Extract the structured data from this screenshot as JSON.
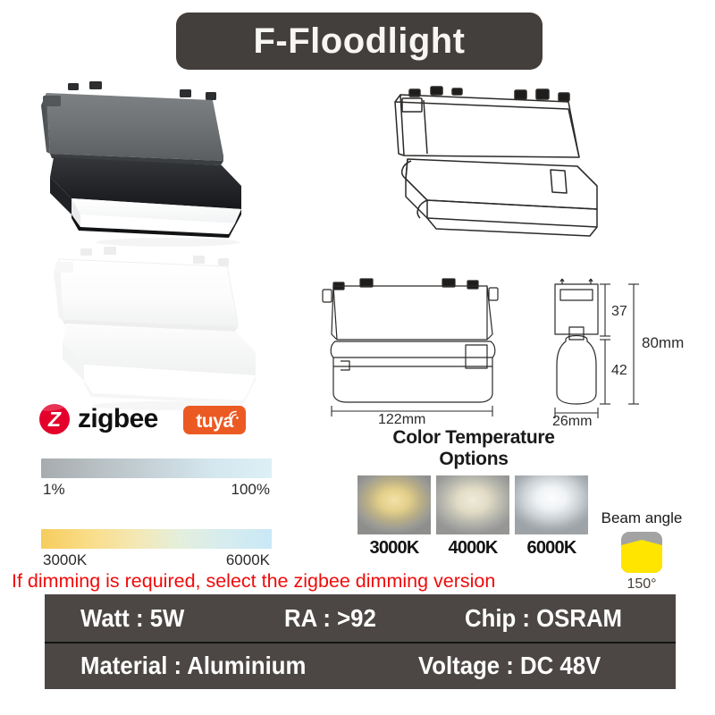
{
  "title": {
    "text": "F-Floodlight",
    "banner_color": "#433f3c",
    "text_color": "#f7f6f4"
  },
  "product_images": [
    {
      "name": "black-fixture-render",
      "variant": "black",
      "description": "3D render of black F-Floodlight track fixture with white luminous face"
    },
    {
      "name": "white-fixture-render",
      "variant": "white",
      "description": "3D render of white F-Floodlight track fixture"
    },
    {
      "name": "lineart-fixture",
      "variant": "outline",
      "description": "Wireframe line drawing of the fixture"
    }
  ],
  "dimensions": {
    "front": {
      "width_label": "122mm"
    },
    "side": {
      "depth_label": "26mm",
      "top_label": "37",
      "bottom_label": "42",
      "total_label": "80mm"
    }
  },
  "logos": {
    "zigbee": {
      "wordmark": "zigbee",
      "glyph": "Z",
      "mark_color": "#e4002b"
    },
    "tuya": {
      "wordmark": "tuya",
      "badge_color": "#ec5a23"
    }
  },
  "dimming_bar": {
    "min_label": "1%",
    "max_label": "100%",
    "start_color": "#a6abae",
    "end_color": "#dcf0f6"
  },
  "cct_bar": {
    "min_label": "3000K",
    "max_label": "6000K",
    "start_color": "#f6cd5e",
    "end_color": "#c9e8f6"
  },
  "warning": {
    "text": "If dimming is required, select the zigbee dimming version",
    "color": "#f00b0b"
  },
  "cct_options": {
    "title": "Color Temperature Options",
    "swatches": [
      {
        "label": "3000K",
        "glow": "radial-gradient(ellipse 62% 58% at 50% 42%, #f2e2a8 0%, #e3cf8a 32%, #b9ae86 60%, #9a9a96 85%, #8e8e8c 100%)"
      },
      {
        "label": "4000K",
        "glow": "radial-gradient(ellipse 62% 58% at 50% 42%, #efeadb 0%, #e2dcc6 34%, #bdbcb0 62%, #a2a2a0 86%, #969694 100%)"
      },
      {
        "label": "6000K",
        "glow": "radial-gradient(ellipse 62% 58% at 50% 38%, #fdfdfd 0%, #f0f3f5 32%, #ccd2d6 62%, #aab0b4 86%, #9da3a7 100%)"
      }
    ]
  },
  "beam_angle": {
    "title": "Beam angle",
    "value": "150°",
    "icon_top_color": "#a3a3a3",
    "icon_beam_color": "#ffe500"
  },
  "specs": {
    "background": "#4c4744",
    "row1": [
      {
        "label": "Watt : 5W"
      },
      {
        "label": "RA : >92"
      },
      {
        "label": "Chip : OSRAM"
      }
    ],
    "row2": [
      {
        "label": "Material : Aluminium"
      },
      {
        "label": "Voltage : DC 48V"
      }
    ]
  }
}
